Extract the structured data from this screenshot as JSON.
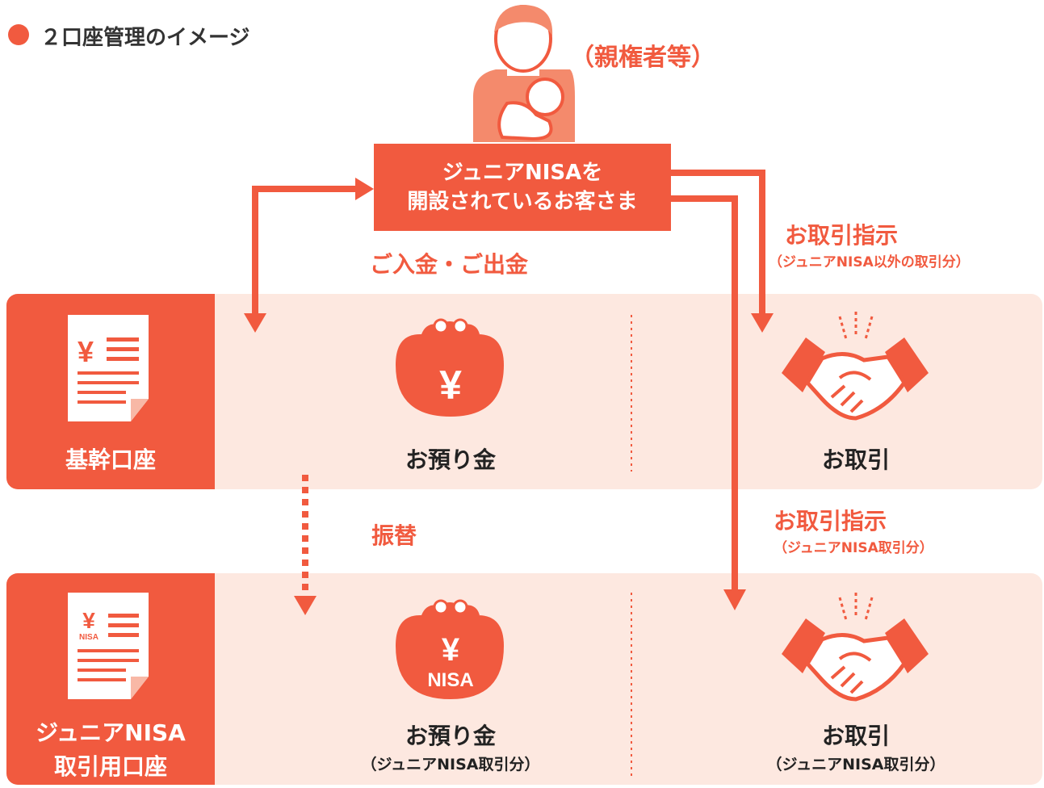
{
  "header": {
    "title": "２口座管理のイメージ"
  },
  "guardian": {
    "label": "（親権者等）"
  },
  "customer": {
    "line1": "ジュニアNISAを",
    "line2": "開設されているお客さま"
  },
  "flows": {
    "deposit_withdraw": "ご入金・ご出金",
    "order_main": {
      "title": "お取引指示",
      "note": "（ジュニアNISA以外の取引分）"
    },
    "transfer": "振替",
    "order_nisa": {
      "title": "お取引指示",
      "note": "（ジュニアNISA取引分）"
    }
  },
  "rows": [
    {
      "account": "基幹口座",
      "deposit": {
        "label": "お預り金",
        "sub": ""
      },
      "trade": {
        "label": "お取引",
        "sub": ""
      }
    },
    {
      "account_line1": "ジュニアNISA",
      "account_line2": "取引用口座",
      "deposit": {
        "label": "お預り金",
        "sub": "（ジュニアNISA取引分）"
      },
      "trade": {
        "label": "お取引",
        "sub": "（ジュニアNISA取引分）"
      }
    }
  ],
  "icons": {
    "ledger_main_glyph": "¥",
    "ledger_nisa_glyph": "¥",
    "ledger_nisa_tag": "NISA",
    "purse_main_glyph": "¥",
    "purse_nisa_glyph": "¥",
    "purse_nisa_tag": "NISA"
  },
  "colors": {
    "accent": "#f15a3f",
    "row_background": "#fde8e0",
    "text": "#222222"
  }
}
